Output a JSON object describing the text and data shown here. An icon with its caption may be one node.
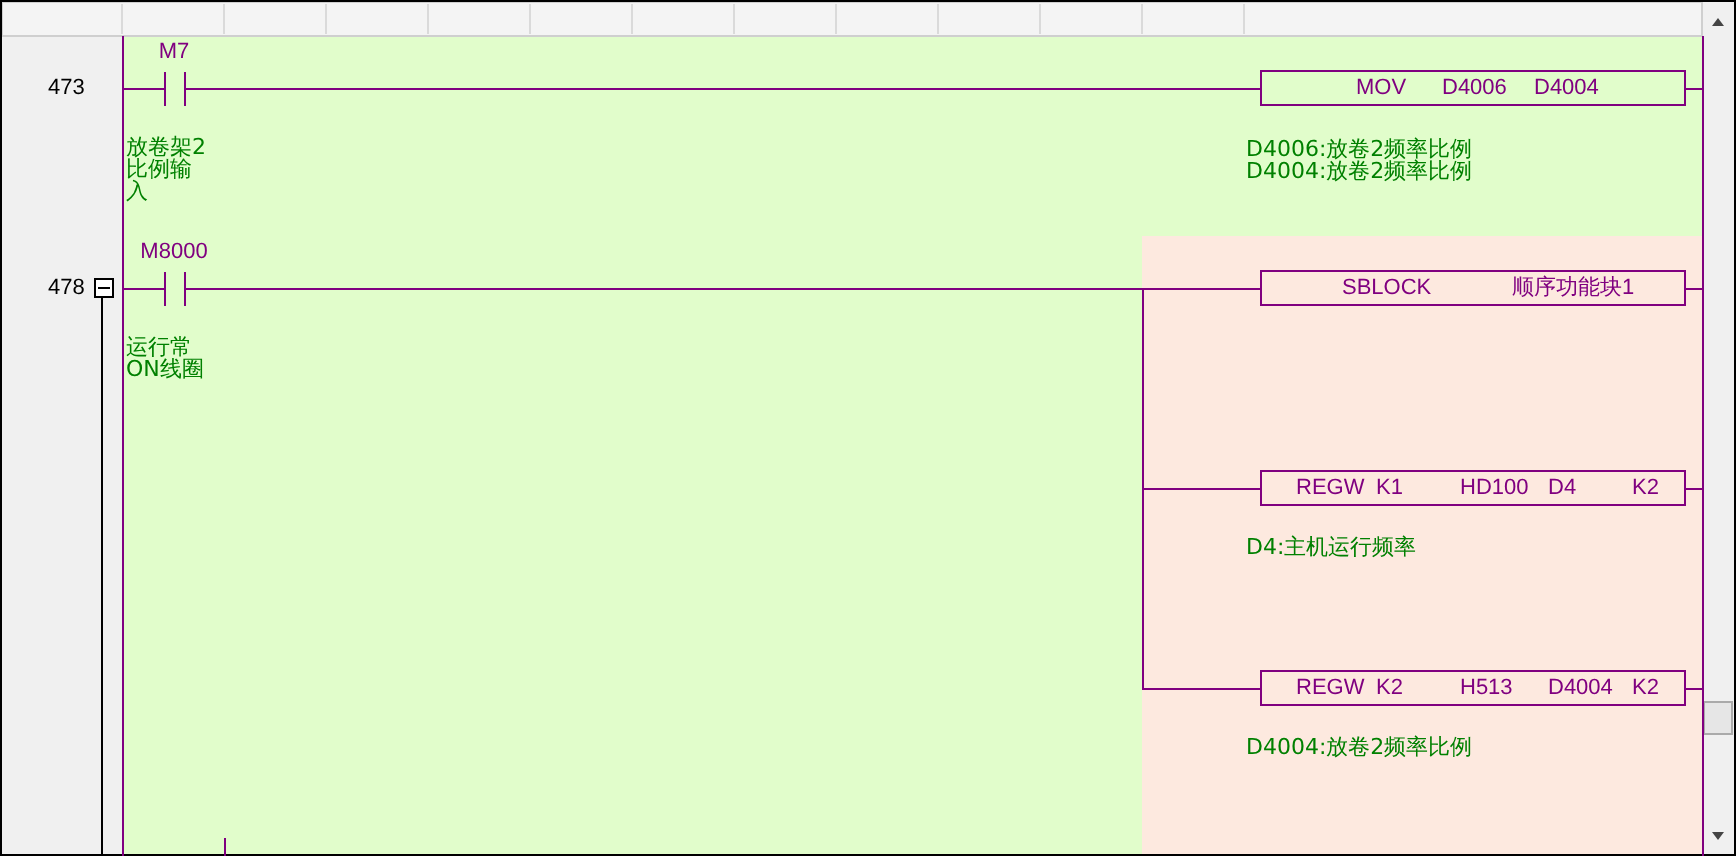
{
  "diagram": {
    "nodes": [
      {
        "text": [
          "M7"
        ]
      },
      {
        "text": [
          "MOV",
          "D4006",
          "D4004"
        ],
        "beside": [
          "D4006:放卷2频率比例",
          "D4004:放卷2频率比例"
        ]
      },
      {
        "text": [
          "M8000"
        ]
      },
      {
        "text": [
          "SBLOCK",
          "顺序功能块1"
        ]
      },
      {
        "text": [
          "REGW",
          "K1",
          "HD100",
          "D4",
          "K2"
        ],
        "beside": [
          "D4:主机运行频率"
        ]
      },
      {
        "text": [
          "REGW",
          "K2",
          "H513",
          "D4004",
          "K2"
        ],
        "beside": [
          "D4004:放卷2频率比例"
        ]
      },
      {
        "text": [],
        "shape": "bar"
      },
      {
        "text": [],
        "shape": "bar"
      }
    ],
    "edges": [
      {
        "from": 0,
        "to": 1,
        "arrow": "none"
      },
      {
        "from": 2,
        "to": 3,
        "arrow": "none"
      },
      {
        "from": 2,
        "to": 4,
        "arrow": "none"
      },
      {
        "from": 2,
        "to": 5,
        "arrow": "none"
      },
      {
        "from": 6,
        "to": 0,
        "arrow": "none"
      },
      {
        "from": 6,
        "to": 2,
        "arrow": "none"
      },
      {
        "from": 1,
        "to": 7,
        "arrow": "none"
      },
      {
        "from": 3,
        "to": 7,
        "arrow": "none"
      },
      {
        "from": 4,
        "to": 7,
        "arrow": "none"
      },
      {
        "from": 5,
        "to": 7,
        "arrow": "none"
      }
    ],
    "labels": [
      "473",
      "放卷架2比例输入",
      "478",
      "运行常ON线圈"
    ]
  }
}
